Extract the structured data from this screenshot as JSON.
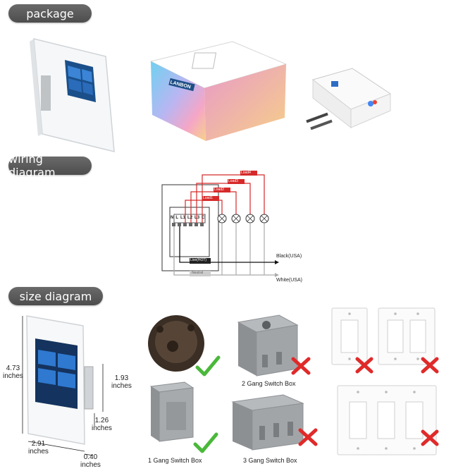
{
  "sections": {
    "package": "package",
    "wiring": "wiring diagram",
    "size": "size diagram"
  },
  "box": {
    "brand": "LANBON"
  },
  "wiring": {
    "loads": [
      "Load1",
      "Load2",
      "Load3",
      "Load4"
    ],
    "terminals": [
      "N",
      "L",
      "L1",
      "L2",
      "L3",
      "C"
    ],
    "live_label": "Live(HOT)",
    "neutral_label": "Neutral",
    "black_label": "Black(USA)",
    "white_label": "White(USA)"
  },
  "dimensions": {
    "height": "4.73\ninches",
    "side_height": "1.93\ninches",
    "module_height": "1.26\ninches",
    "width": "2.91\ninches",
    "depth": "0.40\ninches"
  },
  "boxes": {
    "one_gang": "1 Gang Switch Box",
    "two_gang": "2 Gang Switch Box",
    "three_gang": "3 Gang Switch Box"
  },
  "colors": {
    "pill": "#5a5a5a",
    "wire_red": "#d62a2a",
    "check_green": "#4ab83a",
    "cross_red": "#e02a2a",
    "screen_blue": "#1c5fa8"
  }
}
